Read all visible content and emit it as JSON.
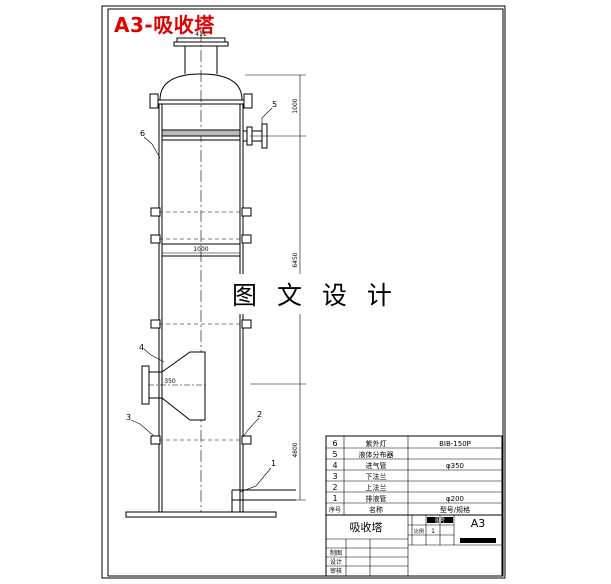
{
  "heading": "A3-吸收塔",
  "watermark": "图 文 设 计",
  "dimensions": {
    "top_nozzle": "411",
    "inner_diameter": "1000",
    "inlet_size": "350",
    "height_top": "1000",
    "height_middle": "6450",
    "height_bottom": "4800"
  },
  "callouts": [
    "1",
    "2",
    "3",
    "4",
    "5",
    "6"
  ],
  "parts_table": {
    "header": {
      "no": "序号",
      "name": "名称",
      "spec": "型号/规格"
    },
    "rows": [
      {
        "no": "6",
        "name": "紫外灯",
        "spec": "BIB-150P"
      },
      {
        "no": "5",
        "name": "液体分布器",
        "spec": ""
      },
      {
        "no": "4",
        "name": "进气管",
        "spec": "φ350"
      },
      {
        "no": "3",
        "name": "下法兰",
        "spec": ""
      },
      {
        "no": "2",
        "name": "上法兰",
        "spec": ""
      },
      {
        "no": "1",
        "name": "排液管",
        "spec": "φ200"
      }
    ]
  },
  "title_block": {
    "drawing_name": "吸收塔",
    "sheet_size": "A3",
    "scale_label": "比例",
    "scale_value": "1",
    "material_label": "图号",
    "rows": [
      "制图",
      "设计",
      "审核"
    ]
  }
}
